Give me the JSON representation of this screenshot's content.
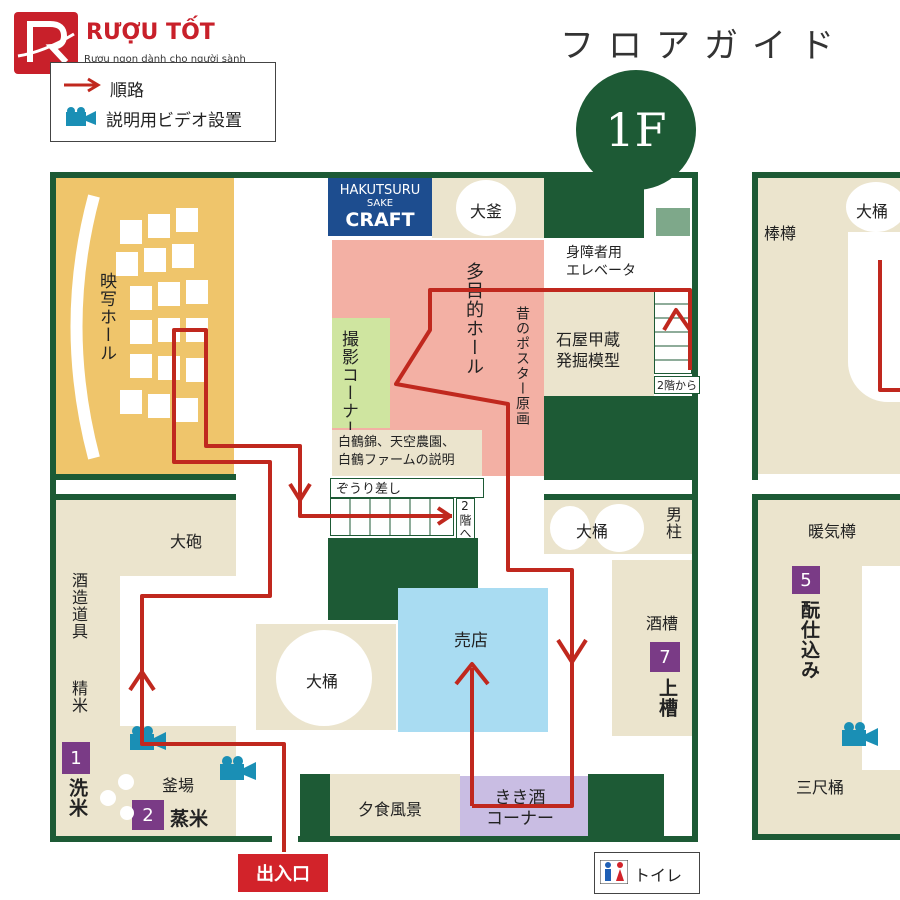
{
  "brand": {
    "name": "RƯỢU TỐT",
    "tagline": "Rượu ngon dành cho người sành"
  },
  "header": {
    "title": "フロアガイド",
    "floor": "1F"
  },
  "legend": {
    "route": "順路",
    "video": "説明用ビデオ設置"
  },
  "rooms": {
    "theater": "映写ホール",
    "sake_craft_line1": "HAKUTSURU",
    "sake_craft_line2": "SAKE",
    "sake_craft_line3": "CRAFT",
    "big_pot_top": "大釜",
    "elevator": "身障者用\nエレベータ",
    "multipurpose": "多目的ホール",
    "photo": "撮影コーナー",
    "posters": "昔のポスター原画",
    "model": "石屋甲蔵\n発掘模型",
    "from2f": "2階から",
    "hakutsuru_desc": "白鶴錦、天空農園、\n白鶴ファームの説明",
    "zouri": "ぞうり差し",
    "to2f": "2階へ",
    "taiho": "大砲",
    "brewing_tools": "酒造道具",
    "seimai": "精米",
    "kamaba": "釜場",
    "senmai": "洗米",
    "joumai": "蒸米",
    "shop": "売店",
    "big_tub": "大桶",
    "oke_right": "大桶",
    "otoko": "男柱",
    "sakabune": "酒槽",
    "joso": "上槽",
    "yushoku": "夕食風景",
    "kikizake": "きき酒\nコーナー",
    "entrance": "出入口",
    "toilet": "トイレ",
    "right_taru": "棒樽",
    "right_oke": "大桶",
    "dankidaru": "暖気樽",
    "shikomi": "酛仕込み",
    "sanshaku": "三尺桶"
  },
  "badges": {
    "b1": "1",
    "b2": "2",
    "b5": "5",
    "b7": "7"
  },
  "colors": {
    "wall": "#1d5a35",
    "route": "#c0281e",
    "badge": "#7a3b86",
    "hall": "#f3b0a4",
    "shop": "#a9dcf2",
    "theater": "#efc56b",
    "photo": "#cfe5a0",
    "tasting": "#c9bde3",
    "entrance": "#d2232a"
  }
}
